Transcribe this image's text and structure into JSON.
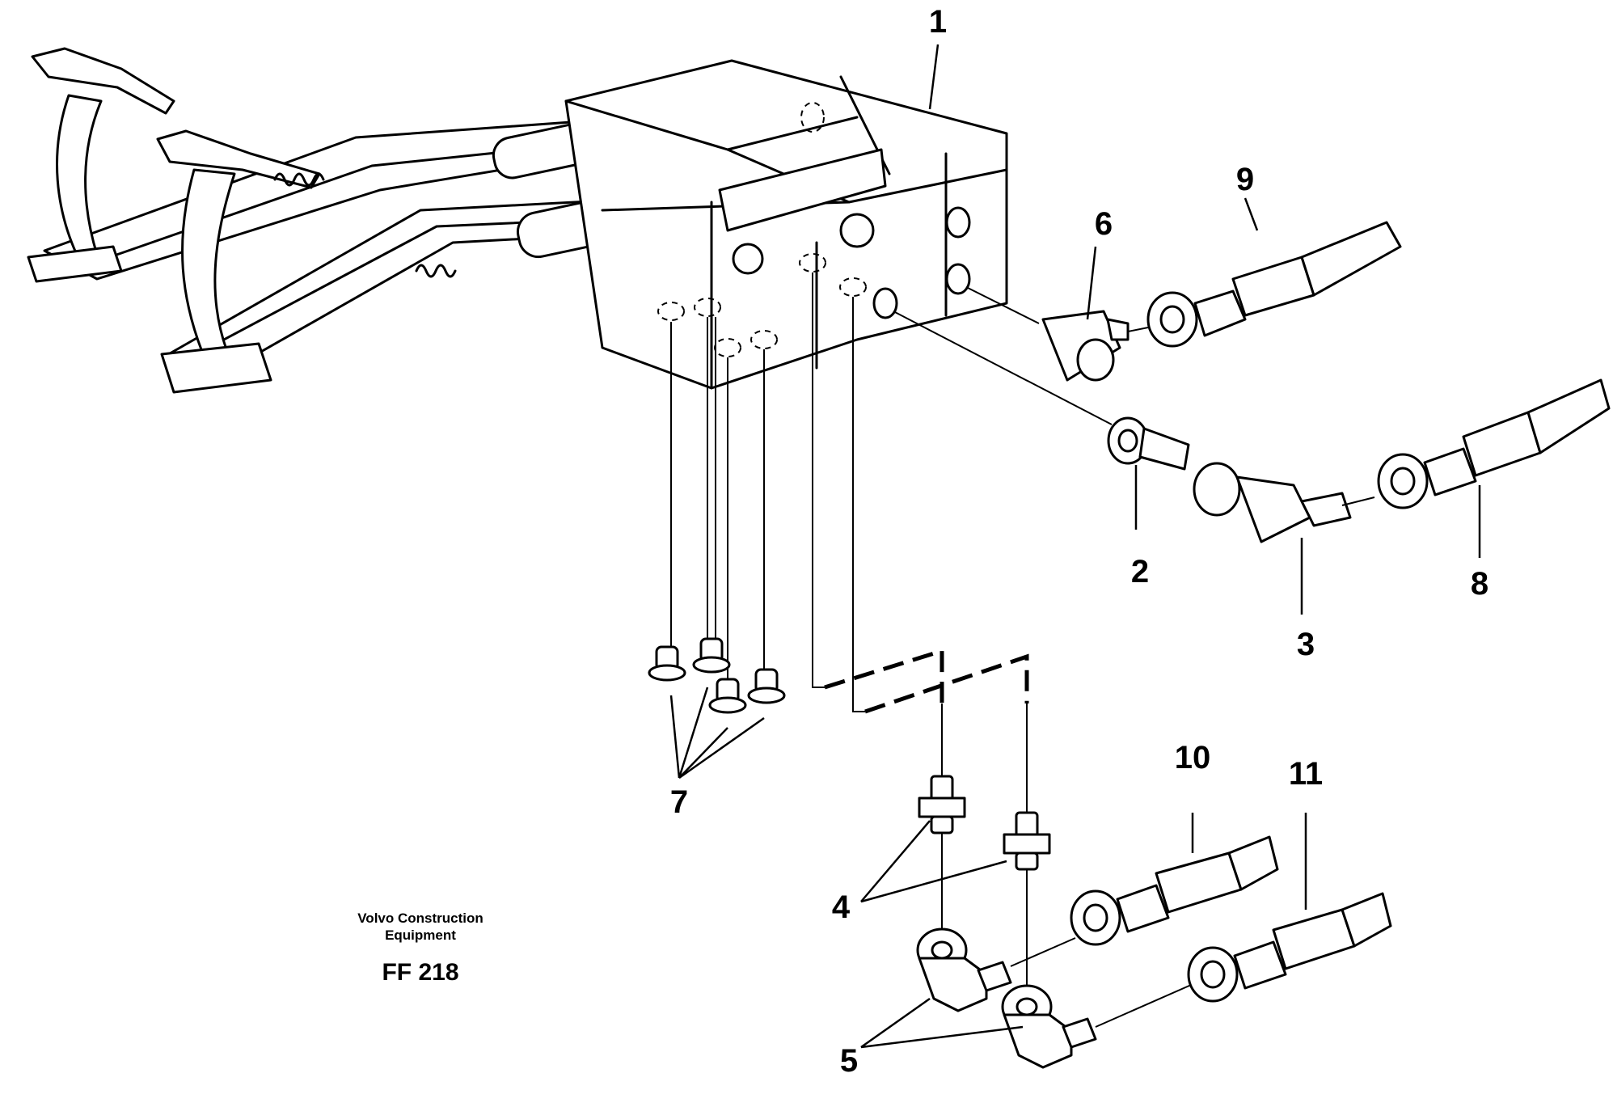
{
  "credit": {
    "line1": "Volvo Construction",
    "line2": "Equipment",
    "code": "FF 218"
  },
  "callouts": [
    "1",
    "2",
    "3",
    "4",
    "5",
    "6",
    "7",
    "8",
    "9",
    "10",
    "11"
  ]
}
